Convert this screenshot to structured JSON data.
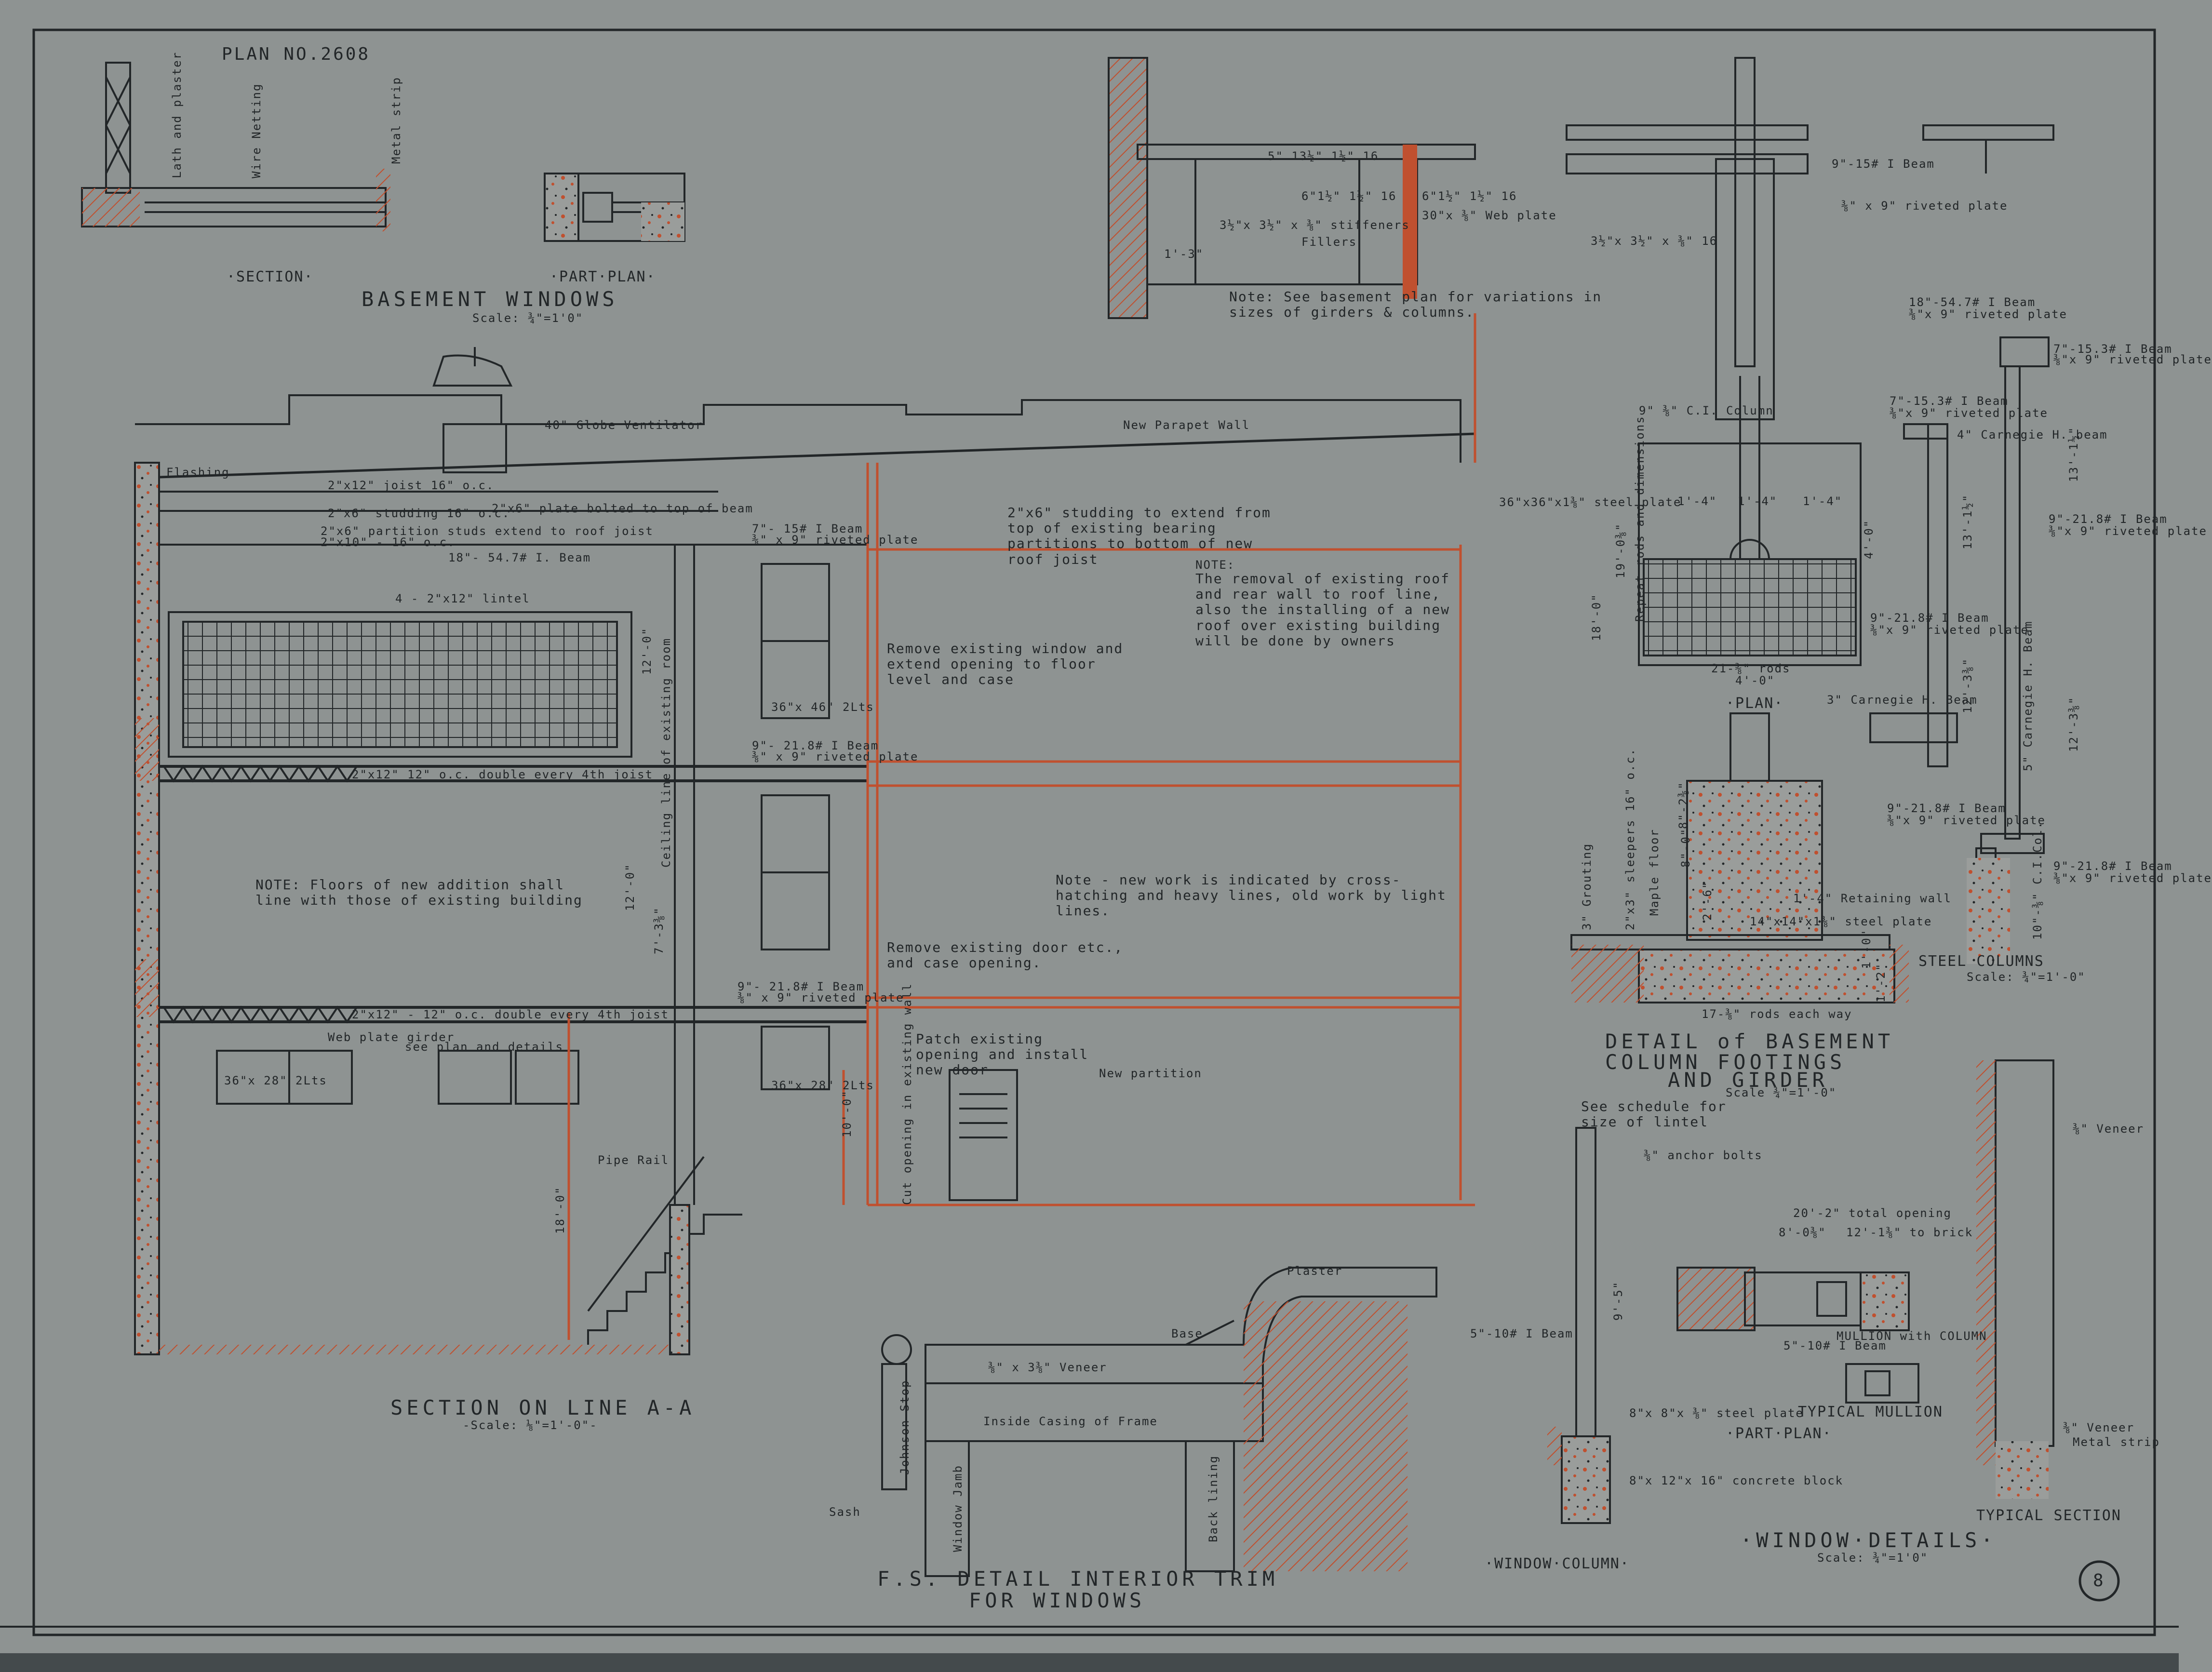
{
  "sheet": {
    "plan_no": "PLAN NO.2608",
    "sheet_no": "8",
    "colors": {
      "paper": "#8e9392",
      "ink": "#222628",
      "red_new_work": "#c0502f"
    }
  },
  "basement_windows": {
    "section": "·SECTION·",
    "part_plan": "·PART·PLAN·",
    "title": "BASEMENT WINDOWS",
    "scale": "Scale: ¾\"=1'0\"",
    "lath_and_plaster": "Lath and plaster",
    "wire_netting": "Wire Netting",
    "metal_strip": "Metal strip"
  },
  "girder_detail": {
    "d1": "5\" 13½\" 1½\" 16",
    "d2": "6\"1½\" 1½\" 16",
    "d3": "6\"1½\" 1½\" 16",
    "web_plate": "30\"x ⅜\" Web plate",
    "stiffeners": "3½\"x 3½\" x ⅜\" stiffeners",
    "fillers": "Fillers",
    "d4": "3½\"x 3½\" x ⅜\" 16",
    "dim": "1'-3\"",
    "note": "Note: See basement plan for variations in sizes of girders & columns.",
    "ibeam": "9\"-15# I Beam",
    "riveted_plate": "⅜\" x 9\" riveted plate"
  },
  "section_aa": {
    "ventilator": "40\" Globe Ventilator",
    "parapet": "New Parapet Wall",
    "flashing": "Flashing",
    "joist1": "2\"x12\" joist 16\" o.c.",
    "plate_bolted": "2\"x6\" plate bolted to top of beam",
    "studding16": "2\"x6\" studding 16\" o.c.",
    "partition_studs": "2\"x6\" partition studs extend to roof joist",
    "studs_10": "2\"x10\" - 16\" o.c.",
    "beam1": "18\"- 54.7# I. Beam",
    "beam2": "7\"- 15# I Beam",
    "riveted1": "⅜\" x 9\" riveted plate",
    "studding_extend": "2\"x6\" studding to extend from top of existing bearing partitions to bottom of new roof joist",
    "note_title": "NOTE:",
    "note_body": "The removal of existing roof and rear wall to roof line, also the installing of a new roof over existing building will be done by owners",
    "lintel": "4 - 2\"x12\" lintel",
    "dim_12_0_upper": "12'-0\"",
    "remove_window": "Remove existing window and extend opening to floor level and case",
    "window_tag1": "36\"x 46\" 2Lts",
    "beam3": "9\"- 21.8# I Beam",
    "riveted3": "⅜\" x 9\" riveted plate",
    "joist2": "2\"x12\" 12\" o.c. double every 4th joist",
    "ceiling_line": "Ceiling line of existing room",
    "note_floors": "NOTE: Floors of new addition shall line with those of existing building",
    "note_new_work": "Note - new work is indicated by cross-hatching and heavy lines, old work by light lines.",
    "dim_12_0_lower": "12'-0\"",
    "dim_7_3": "7'-3⅜\"",
    "remove_door": "Remove existing door etc., and case opening.",
    "beam4": "9\"- 21.8# I Beam",
    "riveted4": "⅜\" x 9\" riveted plate",
    "joist3": "2\"x12\" - 12\" o.c. double every 4th joist",
    "web_plate_girder": "Web plate girder",
    "see_plan": "see plan and details",
    "patch_opening": "Patch existing opening and install new door",
    "new_partition": "New partition",
    "window_tag2": "36\"x 28\" 2Lts",
    "window_tag3": "36\"x 28\" 2Lts",
    "cut_opening": "Cut opening in existing wall",
    "dim_10_0": "10'-0\"",
    "pipe_rail": "Pipe Rail",
    "dim_18_0": "18'-0\"",
    "title": "SECTION ON LINE A-A",
    "scale": "-Scale: ⅛\"=1'-0\"-"
  },
  "column_footings": {
    "column": "9\" ⅜\" C.I. Column",
    "steel_plate": "36\"x36\"x1⅜\" steel plate",
    "d1": "1'-4\"",
    "d2": "1'-4\"",
    "d3": "1'-4\"",
    "repeat_note": "Repeat rods and dimensions",
    "h1": "4'-0\"",
    "h2": "19'-0⅜\"",
    "h3": "18'-0\"",
    "rods": "21-⅜\" rods",
    "width": "4'-0\"",
    "plan": "·PLAN·",
    "grouting": "3\" Grouting",
    "sleepers": "2\"x3\" sleepers 16\" o.c.",
    "maple": "Maple floor",
    "d4": "8\"-2⅜\"",
    "d5": "8\"-0\"",
    "d6": "2'-6\"",
    "retaining": "1'-4\" Retaining wall",
    "steel_plate2": "14\"x14\"x1⅜\" steel plate",
    "rods_each": "17-⅜\" rods each way",
    "d7": "1'-0\"",
    "d8": "1'-2\"",
    "title1": "DETAIL of BASEMENT",
    "title2": "COLUMN FOOTINGS",
    "title3": "AND GIRDER",
    "scale": "Scale ¾\"=1'-0\""
  },
  "steel_columns": {
    "b1": "18\"-54.7# I Beam",
    "p1": "⅜\"x 9\" riveted plate",
    "b2": "7\"-15.3# I Beam",
    "p2": "⅜\"x 9\" riveted plate",
    "b3": "7\"-15.3# I Beam",
    "p3": "⅜\"x 9\" riveted plate",
    "carnegie1": "4\" Carnegie H. beam",
    "h1": "13'-1½\"",
    "h2": "13'-1½\"",
    "b4": "9\"-21.8# I Beam",
    "p4": "⅜\"x 9\" riveted plate",
    "b5": "9\"-21.8# I Beam",
    "p5": "⅜\"x 9\" riveted plate",
    "carnegie2": "3\" Carnegie H. Beam",
    "carnegie3": "5\" Carnegie H. Beam",
    "h3": "12'-3⅜\"",
    "h4": "12'-3⅜\"",
    "b6": "9\"-21.8# I Beam",
    "p6": "⅜\"x 9\" riveted plate",
    "b7": "9\"-21.8# I Beam",
    "p7": "⅜\"x 9\" riveted plate",
    "ci_col": "10\"-⅜\" C.I.Col.",
    "title": "STEEL COLUMNS",
    "scale": "Scale: ¾\"=1'-0\""
  },
  "window_details": {
    "see_schedule": "See schedule for size of lintel",
    "anchor": "⅜\" anchor bolts",
    "dim_9_5": "9'-5\"",
    "beam": "5\"-10# I Beam",
    "steel_plate": "8\"x 8\"x ⅜\" steel plate",
    "block": "8\"x 12\"x 16\" concrete block",
    "window_column": "·WINDOW·COLUMN·",
    "total_opening": "20'-2\" total opening",
    "d1": "8'-0⅜\"",
    "d2": "12'-1⅜\" to brick",
    "beam2": "5\"-10# I Beam",
    "mullion_col": "MULLION with COLUMN",
    "typical_mullion": "TYPICAL MULLION",
    "part_plan": "·PART·PLAN·",
    "veneer": "⅜\" Veneer",
    "veneer2": "⅜\" Veneer",
    "metal_strip": "Metal strip",
    "typical_section": "TYPICAL SECTION",
    "title": "·WINDOW·DETAILS·",
    "scale": "Scale: ¾\"=1'0\""
  },
  "interior_trim": {
    "plaster": "Plaster",
    "base": "Base",
    "veneer": "⅜\" x 3⅜\" Veneer",
    "inside_casing": "Inside Casing of Frame",
    "johnson_stop": "Johnson Stop",
    "window_jamb": "Window Jamb",
    "back_lining": "Back lining",
    "sash": "Sash",
    "title1": "F.S. DETAIL INTERIOR TRIM",
    "title2": "FOR WINDOWS"
  }
}
